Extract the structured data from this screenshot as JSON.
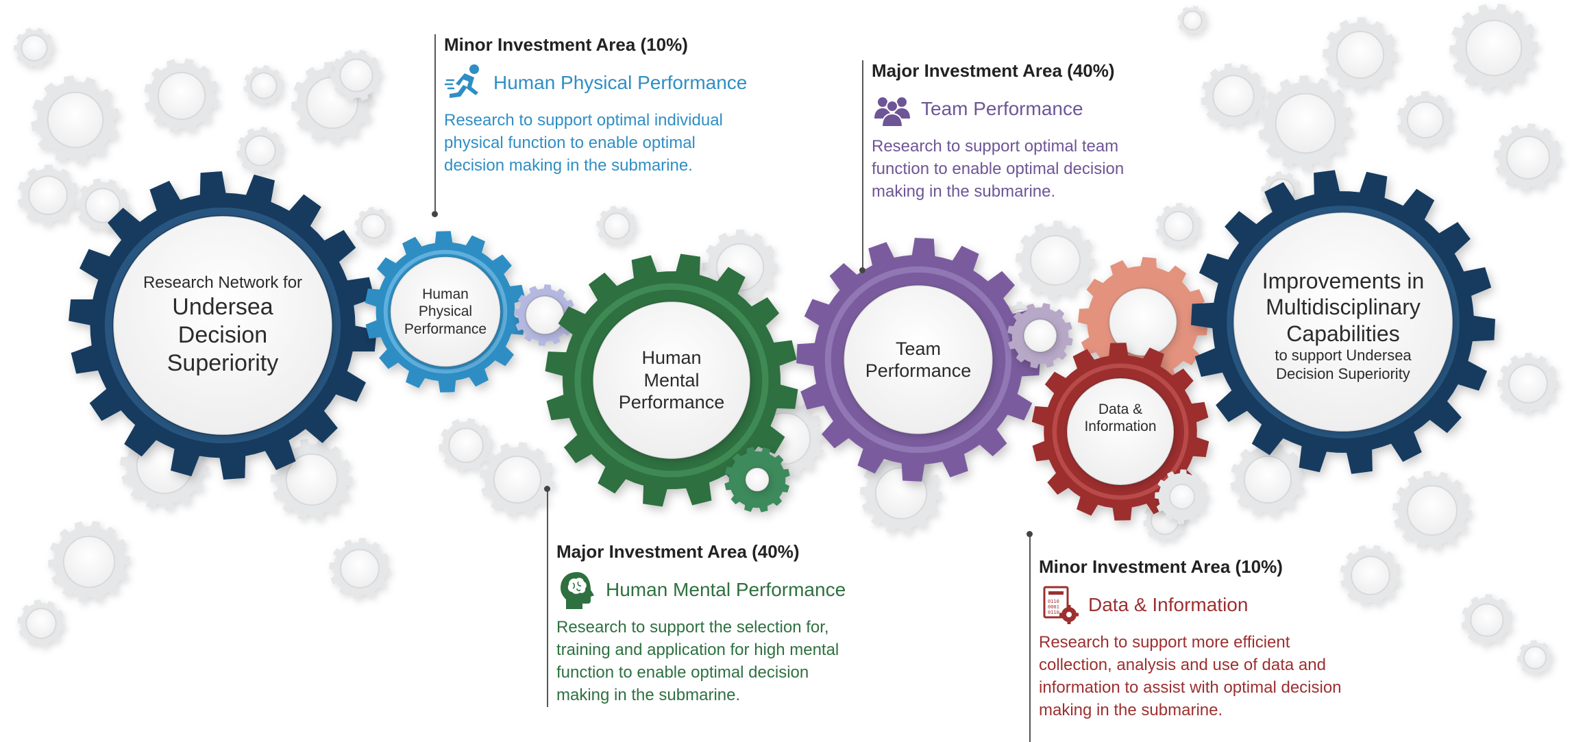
{
  "colors": {
    "navy": "#173a5e",
    "blue": "#2f8ec4",
    "green": "#2e7040",
    "purple": "#7a5c9e",
    "red": "#9c2f2f",
    "salmon": "#e3927e",
    "grey": "#e6e7e9"
  },
  "gears": {
    "left": {
      "line1": "Research Network for",
      "line2": "Undersea",
      "line3": "Decision",
      "line4": "Superiority"
    },
    "physical": {
      "line1": "Human",
      "line2": "Physical",
      "line3": "Performance"
    },
    "mental": {
      "line1": "Human",
      "line2": "Mental",
      "line3": "Performance"
    },
    "team": {
      "line1": "Team",
      "line2": "Performance"
    },
    "data": {
      "line1": "Data &",
      "line2": "Information"
    },
    "right": {
      "line1": "Improvements in",
      "line2": "Multidisciplinary",
      "line3": "Capabilities",
      "line4": "to support Undersea",
      "line5": "Decision Superiority"
    }
  },
  "callouts": {
    "physical": {
      "heading": "Minor Investment Area (10%)",
      "icon": "runner-icon",
      "title": "Human Physical Performance",
      "desc1": "Research to support optimal individual",
      "desc2": "physical function to enable optimal",
      "desc3": "decision making in the submarine."
    },
    "team": {
      "heading": "Major Investment Area (40%)",
      "icon": "group-icon",
      "title": "Team Performance",
      "desc1": "Research to support optimal team",
      "desc2": "function to enable optimal decision",
      "desc3": "making in the submarine."
    },
    "mental": {
      "heading": "Major Investment Area (40%)",
      "icon": "brain-head-icon",
      "title": "Human Mental Performance",
      "desc1": "Research to support the selection for,",
      "desc2": "training and application for high mental",
      "desc3": "function to enable optimal decision",
      "desc4": "making in the submarine."
    },
    "data": {
      "heading": "Minor Investment Area (10%)",
      "icon": "data-document-icon",
      "title": "Data & Information",
      "desc1": "Research to support more efficient",
      "desc2": "collection, analysis and use of data and",
      "desc3": "information to assist with optimal decision",
      "desc4": "making in the submarine."
    }
  }
}
